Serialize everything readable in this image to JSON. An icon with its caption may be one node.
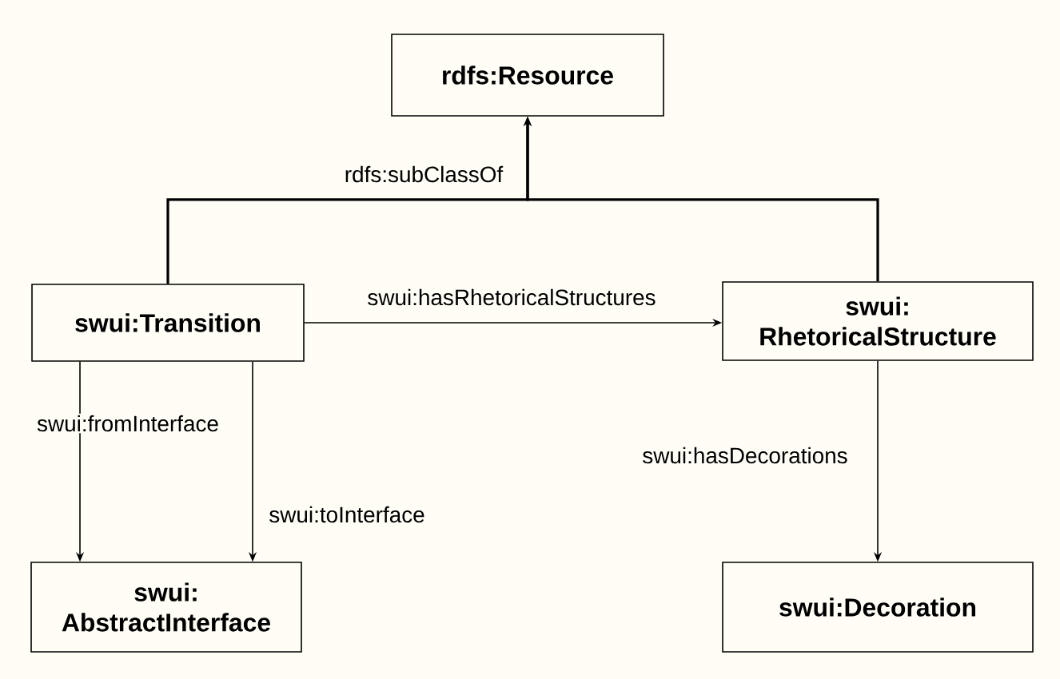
{
  "diagram": {
    "nodes": [
      {
        "text": [
          "rdfs:Resource"
        ]
      },
      {
        "text": [
          "swui:Transition"
        ]
      },
      {
        "text": [
          "swui: RhetoricalStructure"
        ]
      },
      {
        "text": [
          "swui: AbstractInterface"
        ]
      },
      {
        "text": [
          "swui:Decoration"
        ]
      }
    ],
    "edges": [
      {
        "from": 1,
        "to": 0,
        "arrow": "to",
        "label": "rdfs:subClassOf"
      },
      {
        "from": 2,
        "to": 0,
        "arrow": "to"
      },
      {
        "from": 1,
        "to": 2,
        "arrow": "to",
        "label": "swui:hasRhetoricalStructures"
      },
      {
        "from": 1,
        "to": 3,
        "arrow": "to",
        "label": "swui:fromInterface"
      },
      {
        "from": 1,
        "to": 3,
        "arrow": "to",
        "label": "swui:toInterface"
      },
      {
        "from": 2,
        "to": 4,
        "arrow": "to",
        "label": "swui:hasDecorations"
      }
    ]
  }
}
